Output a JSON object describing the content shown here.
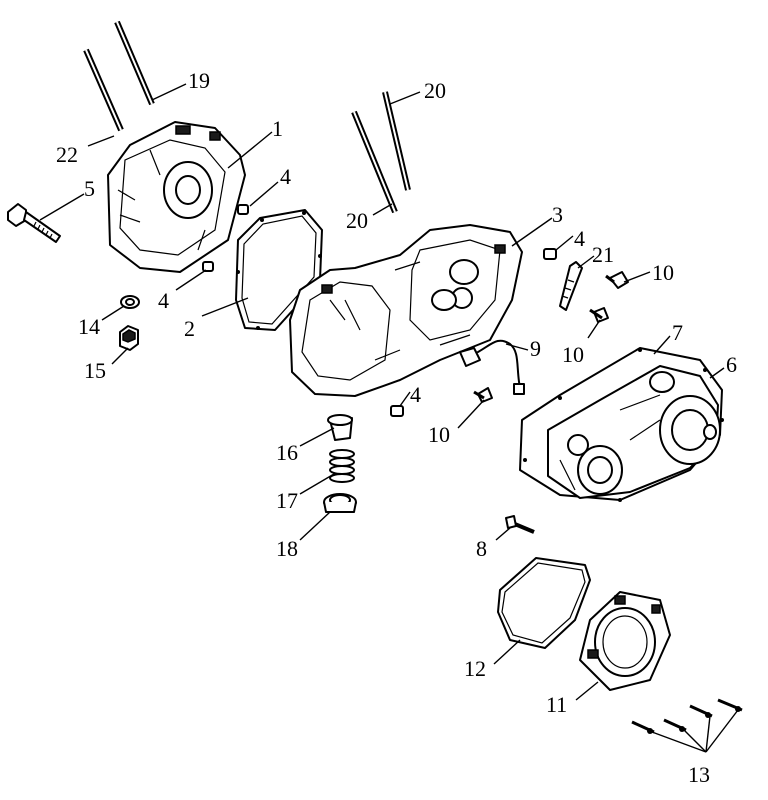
{
  "callouts": {
    "c1": "1",
    "c2": "2",
    "c3": "3",
    "c4a": "4",
    "c4b": "4",
    "c4c": "4",
    "c4d": "4",
    "c5": "5",
    "c6": "6",
    "c7": "7",
    "c8": "8",
    "c9": "9",
    "c10a": "10",
    "c10b": "10",
    "c10c": "10",
    "c11": "11",
    "c12": "12",
    "c13": "13",
    "c14": "14",
    "c15": "15",
    "c16": "16",
    "c17": "17",
    "c18": "18",
    "c19": "19",
    "c20a": "20",
    "c20b": "20",
    "c21": "21",
    "c22": "22"
  }
}
